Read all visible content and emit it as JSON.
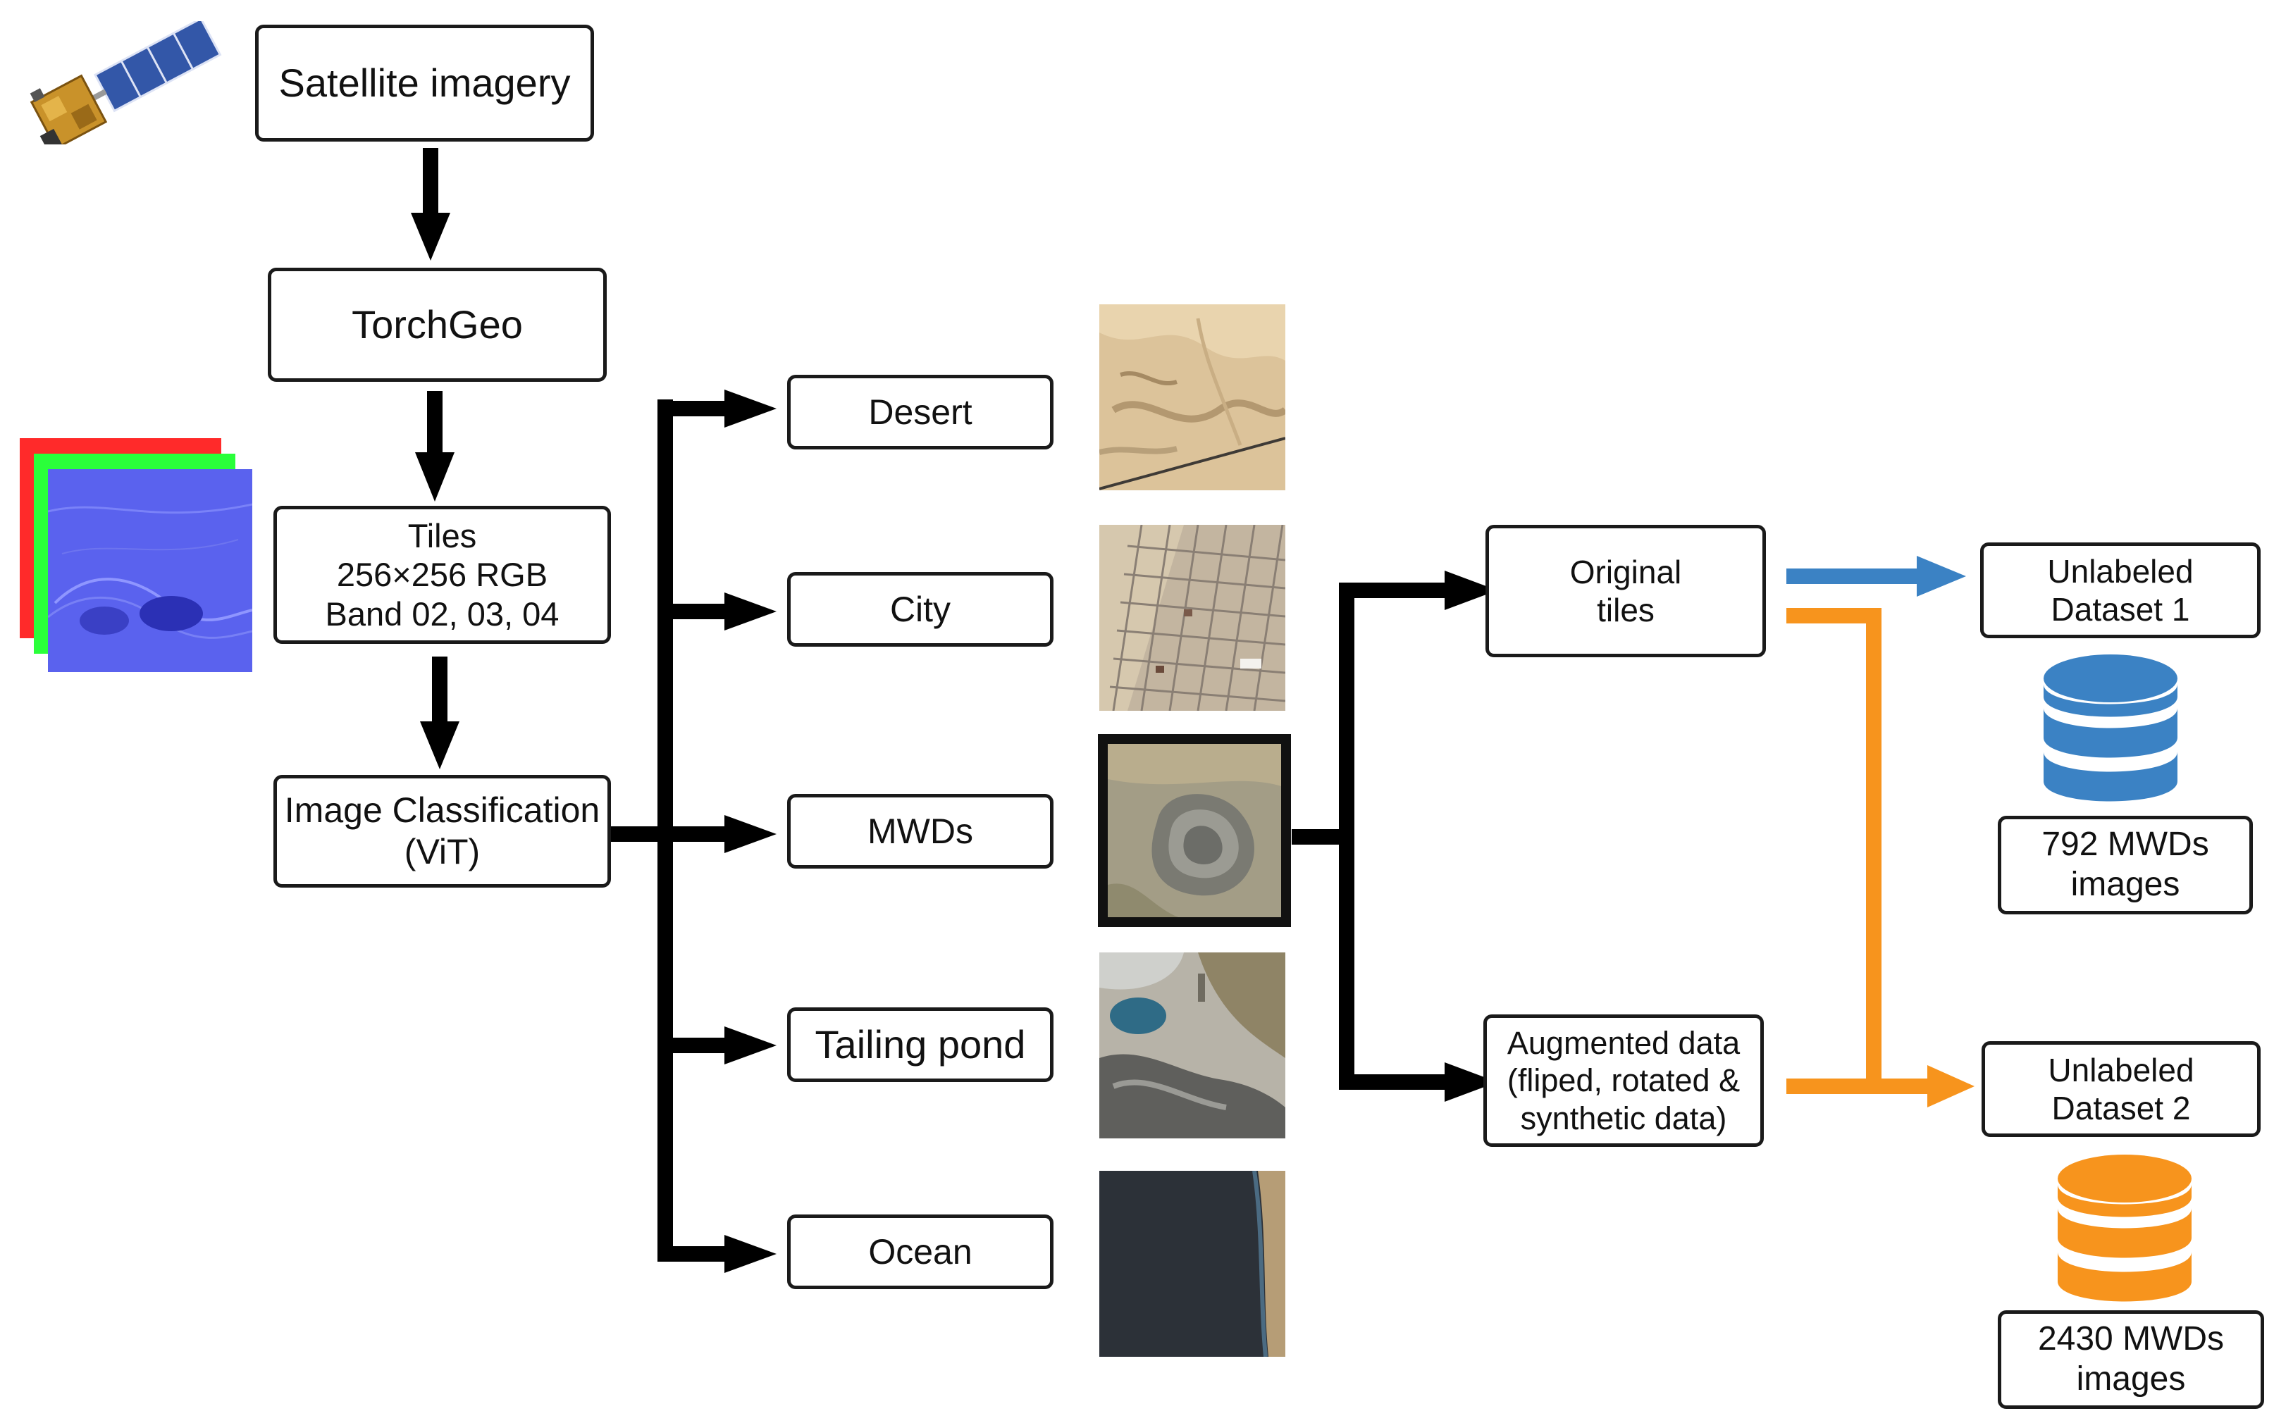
{
  "pipeline": {
    "satellite": "Satellite imagery",
    "torchgeo": "TorchGeo",
    "tiles": [
      "Tiles",
      "256×256 RGB",
      "Band 02, 03, 04"
    ],
    "classification": [
      "Image Classification",
      "(ViT)"
    ]
  },
  "classes": {
    "desert": "Desert",
    "city": "City",
    "mwds": "MWDs",
    "tailing_pond": "Tailing pond",
    "ocean": "Ocean"
  },
  "branches": {
    "original": [
      "Original",
      "tiles"
    ],
    "augmented": [
      "Augmented data",
      "(fliped, rotated &",
      "synthetic data)"
    ]
  },
  "datasets": {
    "d1_title": [
      "Unlabeled",
      "Dataset 1"
    ],
    "d1_count": [
      "792 MWDs",
      "images"
    ],
    "d2_title": [
      "Unlabeled",
      "Dataset 2"
    ],
    "d2_count": [
      "2430 MWDs",
      "images"
    ]
  },
  "colors": {
    "arrow": "#000000",
    "dataset1": "#3b82c4",
    "dataset2": "#f7941d",
    "band_red": "#ff2a2a",
    "band_green": "#2aff3a",
    "band_blue": "#5a62ee"
  },
  "icons": {
    "satellite": "satellite-icon",
    "bands": "rgb-bands-icon",
    "database_blue": "database-icon",
    "database_orange": "database-icon"
  }
}
